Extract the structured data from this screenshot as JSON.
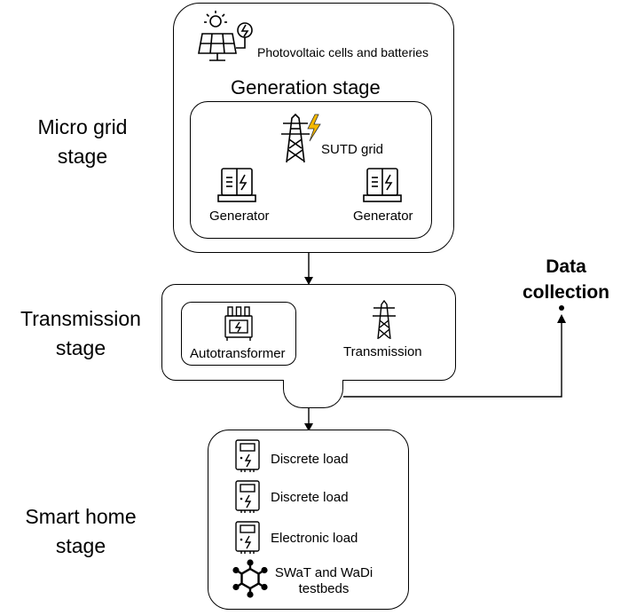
{
  "stages": {
    "micro_grid": "Micro grid\nstage",
    "transmission": "Transmission\nstage",
    "smart_home": "Smart home\nstage"
  },
  "generation": {
    "title": "Generation stage",
    "pv_label": "Photovoltaic cells and batteries",
    "grid_label": "SUTD grid",
    "generator_left": "Generator",
    "generator_right": "Generator"
  },
  "transmission": {
    "autotransformer": "Autotransformer",
    "transmission": "Transmission"
  },
  "data_collection": "Data\ncollection",
  "smart_home": {
    "items": [
      {
        "label": "Discrete load",
        "icon": "meter-icon"
      },
      {
        "label": "Discrete load",
        "icon": "meter-icon"
      },
      {
        "label": "Electronic load",
        "icon": "meter-icon"
      },
      {
        "label": "SWaT and WaDi\ntestbeds",
        "icon": "network-hexagon-icon"
      }
    ]
  },
  "colors": {
    "lightning": "#F5B800",
    "stroke": "#000000"
  }
}
